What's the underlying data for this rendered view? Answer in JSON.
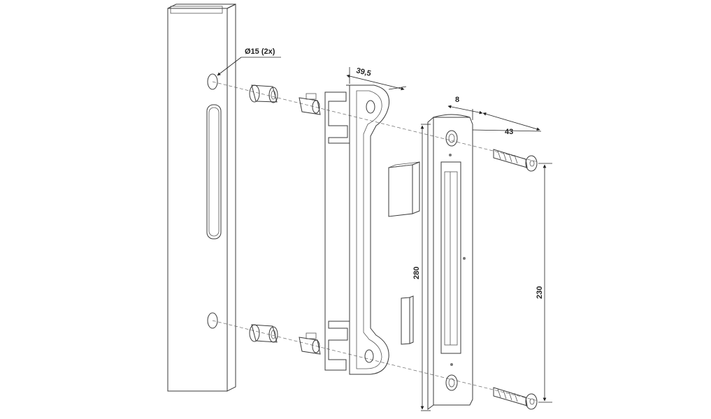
{
  "dimensions": {
    "hole": "Ø15 (2x)",
    "width_plate": "39,5",
    "depth": "8",
    "width_strike": "43",
    "height_total": "280",
    "height_holes": "230"
  },
  "colors": {
    "line": "#3a3a3a",
    "fill_light": "#f4f4f4",
    "fill_mid": "#d9d9d9",
    "fill_dark": "#a8a8a8"
  }
}
